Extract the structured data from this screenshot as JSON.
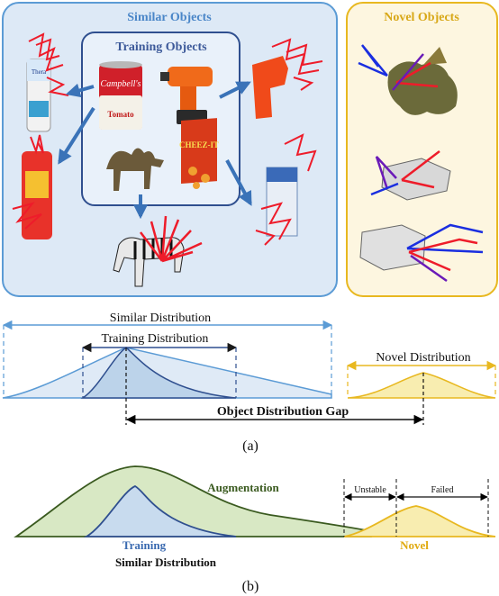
{
  "panel_a": {
    "similar_title": "Similar Objects",
    "training_title": "Training Objects",
    "novel_title": "Novel Objects",
    "similar_distribution": "Similar Distribution",
    "training_distribution": "Training Distribution",
    "novel_distribution": "Novel Distribution",
    "gap_label": "Object Distribution Gap",
    "caption": "(a)",
    "objects": {
      "soup_can": "Campbell's",
      "soup_can_sub": "Tomato",
      "crackers": "CHEEZ-IT",
      "toothpaste": "Thera"
    }
  },
  "panel_b": {
    "augmentation": "Augmentation",
    "unstable": "Unstable",
    "failed": "Failed",
    "training": "Training",
    "similar_distribution": "Similar Distribution",
    "novel": "Novel",
    "caption": "(b)"
  },
  "colors": {
    "similar_blue": "#5b9bd5",
    "training_navy": "#2f4f8f",
    "novel_gold": "#e8b820",
    "augment_green": "#3a5a1f",
    "pose_red": "#ee1c2a",
    "pose_blue": "#1a2ee0"
  }
}
